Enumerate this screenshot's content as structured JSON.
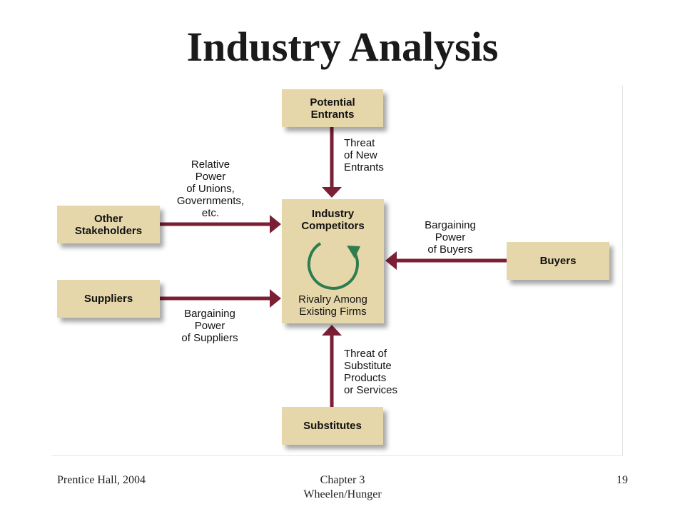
{
  "slide": {
    "title": "Industry Analysis",
    "footer_left": "Prentice Hall, 2004",
    "footer_center_line1": "Chapter 3",
    "footer_center_line2": "Wheelen/Hunger",
    "page_number": "19"
  },
  "diagram": {
    "boxes": {
      "potential_entrants": "Potential\nEntrants",
      "other_stakeholders": "Other\nStakeholders",
      "suppliers": "Suppliers",
      "buyers": "Buyers",
      "substitutes": "Substitutes",
      "industry_competitors": "Industry\nCompetitors",
      "rivalry": "Rivalry Among\nExisting Firms"
    },
    "labels": {
      "threat_new_entrants": "Threat\nof New\nEntrants",
      "relative_power": "Relative\nPower\nof Unions,\nGovernments,\netc.",
      "bargaining_buyers": "Bargaining\nPower\nof Buyers",
      "bargaining_suppliers": "Bargaining\nPower\nof Suppliers",
      "threat_substitutes": "Threat of\nSubstitute\nProducts\nor Services"
    },
    "colors": {
      "box_fill": "#e6d7ab",
      "arrow": "#7a1f36",
      "cycle": "#2e7d4f"
    }
  }
}
